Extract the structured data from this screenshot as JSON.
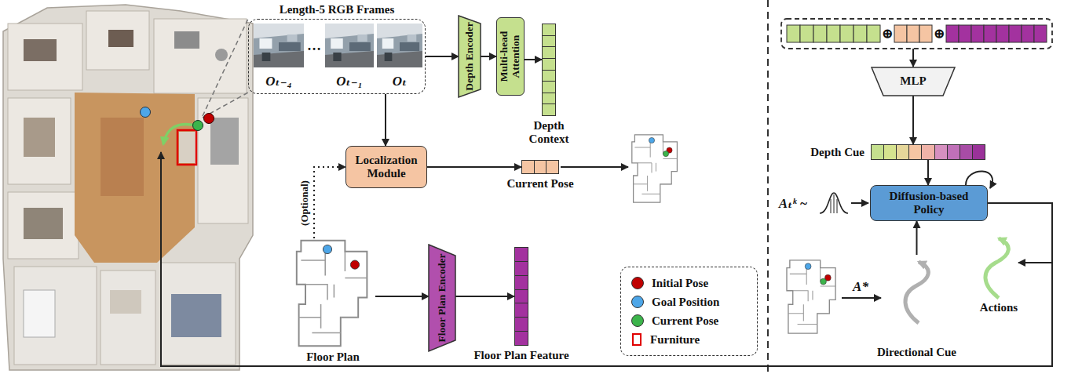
{
  "diagram": {
    "nodes": [
      {
        "text": [
          "Length-5 RGB Frames"
        ]
      },
      {
        "text": [
          "Depth Encoder"
        ]
      },
      {
        "text": [
          "Multi-head Attention"
        ]
      },
      {
        "text": [
          "Depth Context"
        ]
      },
      {
        "text": [
          "Localization Module"
        ]
      },
      {
        "text": [
          "Current Pose"
        ]
      },
      {
        "text": [
          "Floor Plan"
        ]
      },
      {
        "text": [
          "Floor Plan Encoder"
        ]
      },
      {
        "text": [
          "Floor Plan Feature"
        ]
      },
      {
        "text": [
          "MLP"
        ]
      },
      {
        "text": [
          "Depth Cue"
        ]
      },
      {
        "text": [
          "Diffusion-based Policy"
        ]
      },
      {
        "text": [
          "Directional Cue"
        ]
      },
      {
        "text": [
          "Actions"
        ]
      }
    ],
    "edges": [
      {
        "from": 0,
        "to": 1,
        "arrow": "to"
      },
      {
        "from": 1,
        "to": 2,
        "arrow": "to"
      },
      {
        "from": 2,
        "to": 3,
        "arrow": "to"
      },
      {
        "from": 0,
        "to": 4,
        "arrow": "to"
      },
      {
        "from": 6,
        "to": 4,
        "arrow": "to",
        "label": "(Optional)"
      },
      {
        "from": 4,
        "to": 5,
        "arrow": "to"
      },
      {
        "from": 6,
        "to": 7,
        "arrow": "to"
      },
      {
        "from": 7,
        "to": 8,
        "arrow": "to"
      },
      {
        "from": 9,
        "to": 10,
        "arrow": "to"
      },
      {
        "from": 10,
        "to": 11,
        "arrow": "to"
      },
      {
        "from": 12,
        "to": 11,
        "arrow": "to"
      },
      {
        "from": 11,
        "to": 13,
        "arrow": "to"
      }
    ],
    "labels": [
      "Oₜ₋₄",
      "…",
      "Oₜ₋₁",
      "Oₜ",
      "⊕",
      "⊕",
      "Aₜᵏ ~",
      "A*"
    ],
    "legend": [
      {
        "text": "Initial Pose",
        "color": "#c00000"
      },
      {
        "text": "Goal Position",
        "color": "#4da6e8"
      },
      {
        "text": "Current Pose",
        "color": "#3cb44b"
      },
      {
        "text": "Furniture"
      }
    ]
  }
}
